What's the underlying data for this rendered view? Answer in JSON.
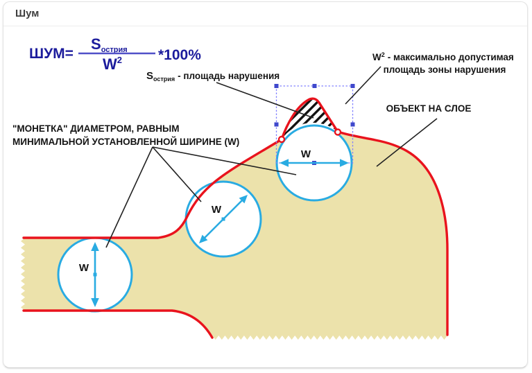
{
  "page": {
    "title": "Шум"
  },
  "formula": {
    "lhs": "ШУМ=",
    "num_base": "S",
    "num_sub": "острия",
    "den_base": "W",
    "den_sup": "2",
    "rhs": "*100%"
  },
  "annotations": {
    "spike": {
      "base": "S",
      "sub": "острия",
      "rest": "- площадь нарушения"
    },
    "zone": {
      "base": "W",
      "sup": "2",
      "rest": "- максимально допустимая",
      "line2": "площадь зоны нарушения"
    },
    "object": "ОБЪЕКТ НА СЛОЕ",
    "coin_line1": "\"МОНЕТКА\" ДИАМЕТРОМ, РАВНЫМ",
    "coin_line2": "МИНИМАЛЬНОЙ УСТАНОВЛЕННОЙ ШИРИНЕ (W)"
  },
  "measure_labels": {
    "top": "W",
    "middle": "W",
    "bottom": "W"
  },
  "colors": {
    "copper_fill": "#ece2ab",
    "contour_red": "#e9131d",
    "coin_cyan": "#29abe2",
    "selection_blue": "#3f48cc",
    "selection_dash": "#8080ff",
    "formula_navy": "#1b1b9c",
    "fraction_bar_blue": "#5050c8",
    "label_black": "#141414",
    "title_gray": "#3f3f3f"
  }
}
